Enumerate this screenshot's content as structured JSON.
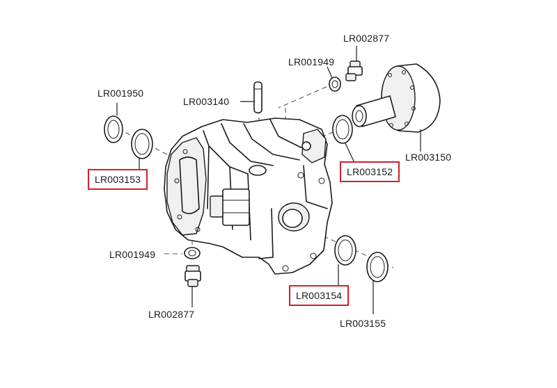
{
  "highlight_color": "#d31f26",
  "labels": [
    {
      "id": "lr002877_top",
      "text": "LR002877",
      "highlighted": false
    },
    {
      "id": "lr001949_top",
      "text": "LR001949",
      "highlighted": false
    },
    {
      "id": "lr001950",
      "text": "LR001950",
      "highlighted": false
    },
    {
      "id": "lr003140",
      "text": "LR003140",
      "highlighted": false
    },
    {
      "id": "lr003153",
      "text": "LR003153",
      "highlighted": true
    },
    {
      "id": "lr003152",
      "text": "LR003152",
      "highlighted": true
    },
    {
      "id": "lr003150",
      "text": "LR003150",
      "highlighted": false
    },
    {
      "id": "lr001949_bottom",
      "text": "LR001949",
      "highlighted": false
    },
    {
      "id": "lr002877_bottom",
      "text": "LR002877",
      "highlighted": false
    },
    {
      "id": "lr003154",
      "text": "LR003154",
      "highlighted": true
    },
    {
      "id": "lr003155",
      "text": "LR003155",
      "highlighted": false
    }
  ]
}
